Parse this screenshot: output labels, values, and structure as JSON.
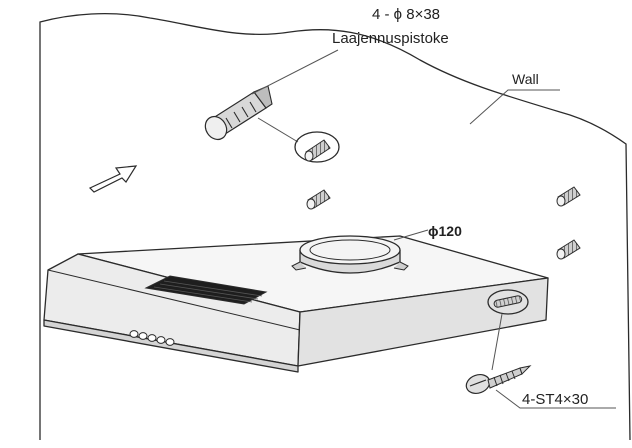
{
  "labels": {
    "anchor_spec": "4 - ϕ 8×38",
    "anchor_name": "Laajennuspistoke",
    "wall": "Wall",
    "duct_diameter": "ϕ120",
    "screw_spec": "4-ST4×30"
  },
  "colors": {
    "line": "#2b2b2b",
    "fill_light": "#f4f4f4",
    "fill_mid": "#dcdcdc",
    "fill_dark": "#1e1e1e",
    "leader": "#555555"
  }
}
